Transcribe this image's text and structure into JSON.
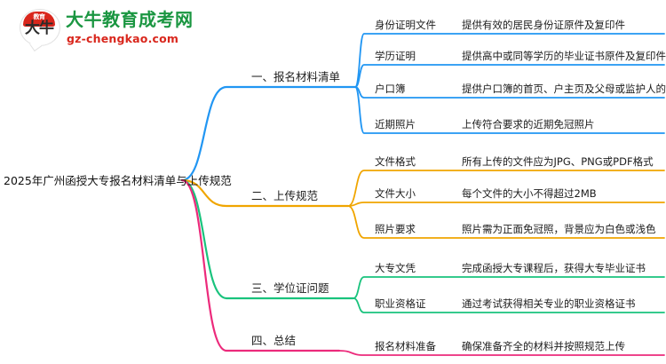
{
  "logo": {
    "badge_char": "大牛",
    "badge_cap": "教育",
    "title": "大牛教育成考网",
    "domain": "gz-chengkao.com",
    "title_color": "#1a9641",
    "domain_color": "#d9261c",
    "badge_color": "#d9261c"
  },
  "mindmap": {
    "root": {
      "label": "2025年广州函授大专报名材料清单与上传规范"
    },
    "branches": [
      {
        "label": "一、报名材料清单",
        "color": "#2196f3",
        "children": [
          {
            "key": "身份证明文件",
            "value": "提供有效的居民身份证原件及复印件"
          },
          {
            "key": "学历证明",
            "value": "提供高中或同等学历的毕业证书原件及复印件"
          },
          {
            "key": "户口簿",
            "value": "提供户口簿的首页、户主页及父母或监护人的相关信息"
          },
          {
            "key": "近期照片",
            "value": "上传符合要求的近期免冠照片"
          }
        ]
      },
      {
        "label": "二、上传规范",
        "color": "#f0a500",
        "children": [
          {
            "key": "文件格式",
            "value": "所有上传的文件应为JPG、PNG或PDF格式"
          },
          {
            "key": "文件大小",
            "value": "每个文件的大小不得超过2MB"
          },
          {
            "key": "照片要求",
            "value": "照片需为正面免冠照，背景应为白色或浅色"
          }
        ]
      },
      {
        "label": "三、学位证问题",
        "color": "#19c37d",
        "children": [
          {
            "key": "大专文凭",
            "value": "完成函授大专课程后，获得大专毕业证书"
          },
          {
            "key": "职业资格证",
            "value": "通过考试获得相关专业的职业资格证书"
          }
        ]
      },
      {
        "label": "四、总结",
        "color": "#ec2a7b",
        "children": [
          {
            "key": "报名材料准备",
            "value": "确保准备齐全的材料并按照规范上传"
          }
        ]
      }
    ]
  }
}
